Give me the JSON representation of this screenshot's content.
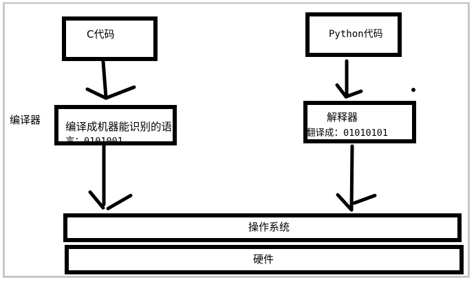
{
  "diagram": {
    "title": "Compiled vs Interpreted execution flow",
    "colors": {
      "stroke": "#000000",
      "frame": "#c6c6c6",
      "background": "#ffffff"
    },
    "nodes": {
      "c_code": {
        "label": "C代码"
      },
      "python_code": {
        "label": "Python代码"
      },
      "compiler": {
        "side_label": "编译器",
        "line1": "编译成机器能识别的语",
        "line2": "言：0101001"
      },
      "interpreter": {
        "line1": "解释器",
        "line2": "翻译成：01010101"
      },
      "os": {
        "label": "操作系统"
      },
      "hardware": {
        "label": "硬件"
      }
    },
    "edges": [
      {
        "from": "c_code",
        "to": "compiler"
      },
      {
        "from": "compiler",
        "to": "os"
      },
      {
        "from": "python_code",
        "to": "interpreter"
      },
      {
        "from": "interpreter",
        "to": "os"
      }
    ]
  }
}
